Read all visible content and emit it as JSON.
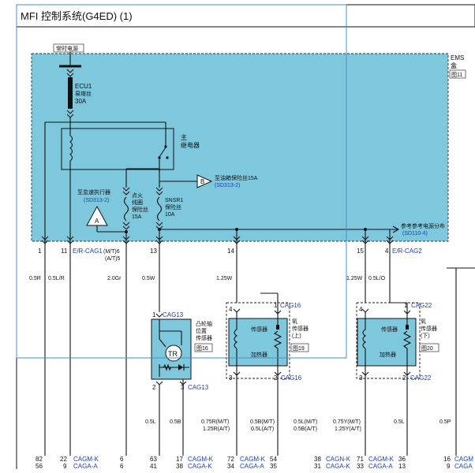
{
  "title": "MFI 控制系统(G4ED) (1)",
  "ems": {
    "label_line1": "EMS",
    "label_line2": "盒",
    "ref": "图11"
  },
  "power": {
    "label": "常时电源"
  },
  "fuses": {
    "ecu1": {
      "name": "ECU1",
      "line2": "易熔丝",
      "rating": "30A"
    },
    "ignition": {
      "line1": "点火",
      "line2": "线圈",
      "line3": "保险丝",
      "rating": "15A"
    },
    "snsr1": {
      "name": "SNSR1",
      "line2": "保险丝",
      "rating": "10A"
    }
  },
  "main_relay": {
    "line1": "主",
    "line2": "继电器"
  },
  "connectors": {
    "B": {
      "letter": "B",
      "text": "至油箱保险丝15A",
      "ref": "(SD313-2)"
    },
    "A_left": {
      "line1": "至怠速执行器",
      "ref": "(SD313-2)",
      "letter": "A"
    },
    "ref_power": {
      "text": "参考参考电源分布",
      "ref": "(SD110-4)"
    }
  },
  "pins": {
    "p1": "1",
    "p11": "11",
    "p11_conn": "E/R-CAG1",
    "p6": "(M/T)6",
    "p5": "(A/T)5",
    "p13": "13",
    "p14": "14",
    "p15": "15",
    "p4": "4",
    "p4_conn": "E/R-CAG2"
  },
  "wires": {
    "w1": "0.5R",
    "w2": "0.5L/R",
    "w3": "2.0Gr",
    "w4": "0.5W",
    "w5": "1.25W",
    "w6": "1.25W",
    "w7": "0.5L/O"
  },
  "cam_sensor": {
    "line1": "凸轮轴",
    "line2": "位置",
    "line3": "传感器",
    "ref": "图16",
    "pin1": "1",
    "conn_top": "CAG13",
    "pin2": "2",
    "pin3": "3",
    "conn_bottom": "CAG13",
    "element": "TR"
  },
  "o2_upper": {
    "sensor_label": "传感器",
    "o2_line1": "氧",
    "o2_line2": "传感器",
    "o2_line3": "(上)",
    "heater_label": "加热器",
    "ref": "图19",
    "pin4": "4",
    "pin1": "1",
    "conn_top": "CAG16",
    "pin3": "3",
    "pin2": "2",
    "conn_bottom": "CAG16"
  },
  "o2_lower": {
    "sensor_label": "传感器",
    "o2_line1": "氧",
    "o2_line2": "传感器",
    "o2_line3": "(下)",
    "heater_label": "加热器",
    "ref": "图20",
    "pin4": "4",
    "pin1": "1",
    "conn_top": "CAG22",
    "pin3": "3",
    "pin2": "2",
    "conn_bottom": "CAG22"
  },
  "lower_wires": {
    "a": "0.5L",
    "b": "0.5B",
    "c1": "0.75R(M/T)",
    "c2": "1.25R(A/T)",
    "d1": "0.5B(M/T)",
    "d2": "0.5L(A/T)",
    "e1": "0.5L(M/T)",
    "e2": "0.5B(A/T)",
    "f1": "0.75Y(M/T)",
    "f2": "1.25Y(A/T)",
    "g": "0.5L",
    "h": "0.5P"
  },
  "bottom_pins": {
    "c1a": "82",
    "c1b": "56",
    "c2a": "22",
    "c2b": "9",
    "c2_conn1": "CAGM-K",
    "c2_conn2": "CAGA-A",
    "c3a": "6",
    "c3b": "6",
    "c4a": "63",
    "c4b": "41",
    "c5a": "17",
    "c5b": "38",
    "c5_conn1": "CAGM-K",
    "c5_conn2": "CAGA-K",
    "c6a": "72",
    "c6b": "34",
    "c6_conn1": "CAGM-K",
    "c6_conn2": "CAGA-A",
    "c6c": "54",
    "c6d": "35",
    "c7a": "38",
    "c7b": "31",
    "c7_conn1": "CAGN-K",
    "c7_conn2": "CAGA-K",
    "c8a": "71",
    "c8b": "33",
    "c8_conn1": "CAGM-K",
    "c8_conn2": "CAGA-A",
    "c8c": "36",
    "c8d": "13",
    "c9a": "16",
    "c9b": "9",
    "c9_conn1": "CAGM",
    "c9_conn2": "CAGA"
  },
  "colors": {
    "ems_fill": "#7ec8de",
    "sensor_fill": "#7ec8de",
    "overlay_line": "#4a8fc4",
    "ref_blue": "#1a3fb8"
  }
}
